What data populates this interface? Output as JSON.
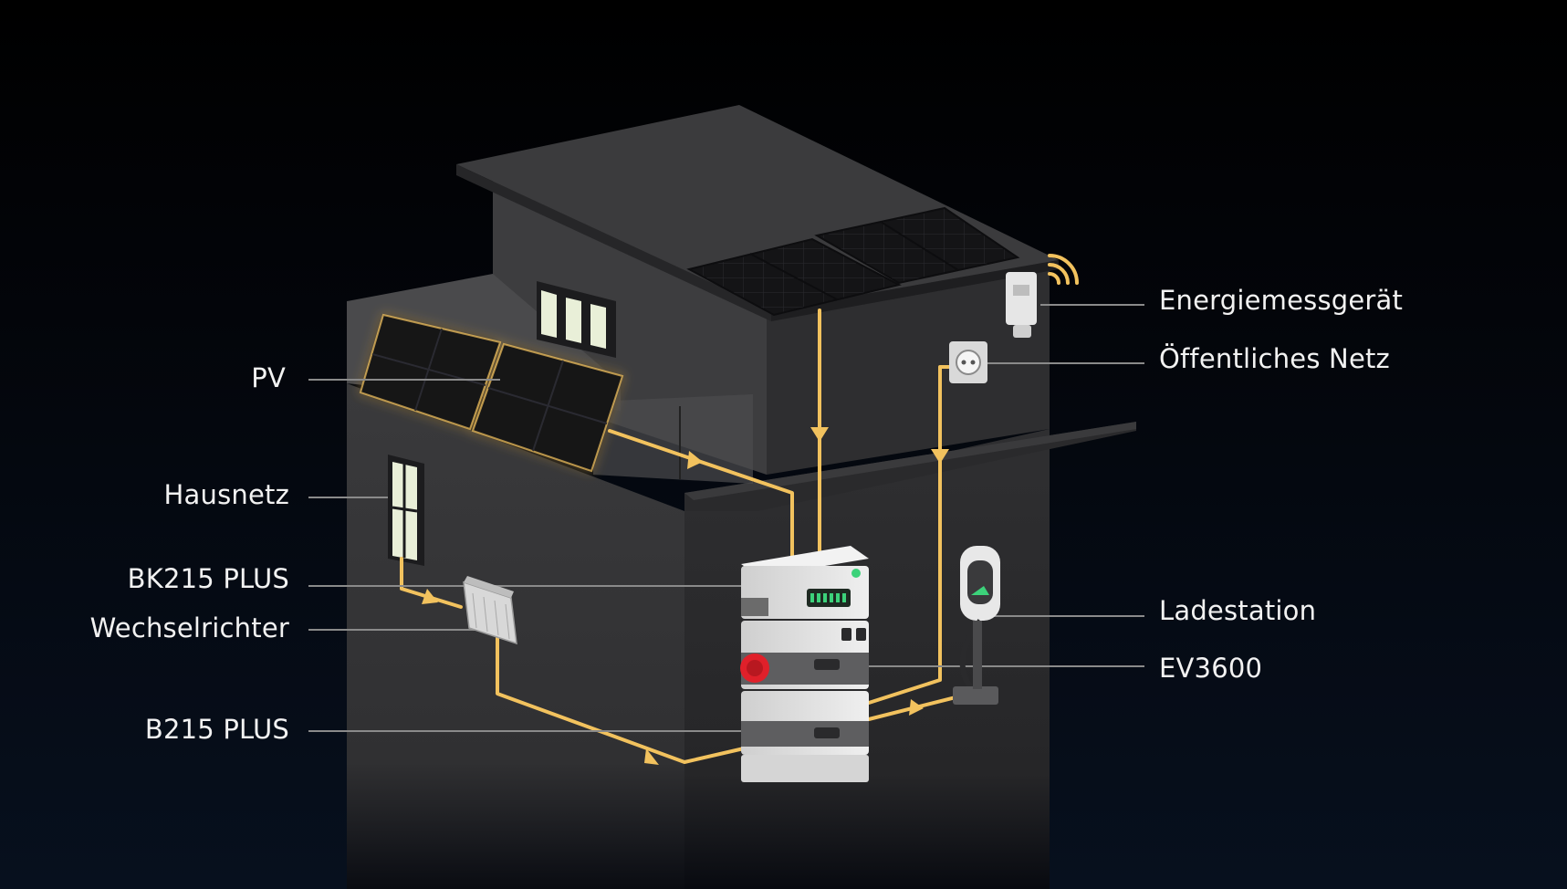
{
  "colors": {
    "background_top": "#000000",
    "background_bottom": "#060a14",
    "house_front": "#3a3a3c",
    "house_side": "#2c2c2e",
    "roof": "#3b3b3d",
    "flow_line": "#f2c25e",
    "leader_line": "#8a8a8a",
    "label_text": "#f2f2f2",
    "window_glow": "#e9efd8",
    "battery_body": "#e4e4e4",
    "battery_accent": "#6b6b6b",
    "display_green": "#3cd27a",
    "emergency_red": "#e0202a"
  },
  "icons": [
    "wifi-signal-icon",
    "power-socket-icon",
    "charging-cable-icon"
  ],
  "labels": {
    "pv": "PV",
    "hausnetz": "Hausnetz",
    "bk215": "BK215 PLUS",
    "wechselrichter": "Wechselrichter",
    "b215": "B215 PLUS",
    "energiemessgeraet": "Energiemessgerät",
    "oeffentliches_netz": "Öffentliches Netz",
    "ladestation": "Ladestation",
    "ev3600": "EV3600"
  }
}
